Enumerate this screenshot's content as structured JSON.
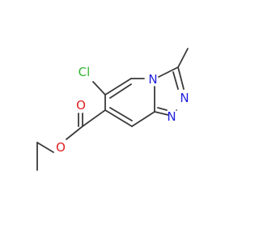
{
  "molecule": {
    "atom_labels": {
      "chlorine": "Cl",
      "n_bridge": "N",
      "n_ring_upper": "N",
      "n_ring_lower": "N",
      "o_carbonyl": "O",
      "o_ester": "O"
    },
    "colors": {
      "bond": "#3a3a3a",
      "chlorine": "#33b533",
      "nitrogen": "#1f1fe0",
      "oxygen": "#e01f1f"
    }
  }
}
